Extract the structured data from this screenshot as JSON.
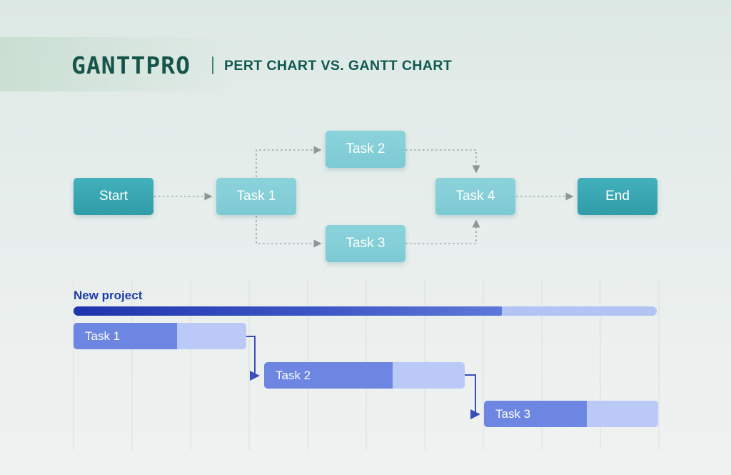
{
  "header": {
    "logo": "GANTTPRO",
    "title": "PERT CHART VS. GANTT CHART"
  },
  "pert": {
    "nodes": [
      {
        "id": "start",
        "label": "Start",
        "style": "solid-teal"
      },
      {
        "id": "task1",
        "label": "Task 1",
        "style": "light-teal"
      },
      {
        "id": "task2",
        "label": "Task 2",
        "style": "light-teal"
      },
      {
        "id": "task3",
        "label": "Task 3",
        "style": "light-teal"
      },
      {
        "id": "task4",
        "label": "Task 4",
        "style": "light-teal"
      },
      {
        "id": "end",
        "label": "End",
        "style": "solid-teal"
      }
    ],
    "edges": [
      {
        "from": "start",
        "to": "task1"
      },
      {
        "from": "task1",
        "to": "task2"
      },
      {
        "from": "task1",
        "to": "task3"
      },
      {
        "from": "task2",
        "to": "task4"
      },
      {
        "from": "task3",
        "to": "task4"
      },
      {
        "from": "task4",
        "to": "end"
      }
    ]
  },
  "gantt": {
    "project_label": "New project",
    "project": {
      "progress": "73.5%"
    },
    "tasks": [
      {
        "label": "Task 1",
        "progress": "60%"
      },
      {
        "label": "Task 2",
        "progress": "64%"
      },
      {
        "label": "Task 3",
        "progress": "59%"
      }
    ]
  },
  "colors": {
    "teal_dark": "#35a4b0",
    "teal_light": "#84ced8",
    "header_text": "#0f5950",
    "logo_text": "#17544a",
    "project_blue_dark": "#1f33ac",
    "task_blue": "#6c86e2",
    "task_blue_light": "#bac9f6",
    "connector_blue": "#3a4db8",
    "connector_gray": "#97a5a4",
    "label_blue": "#1c3cab"
  }
}
